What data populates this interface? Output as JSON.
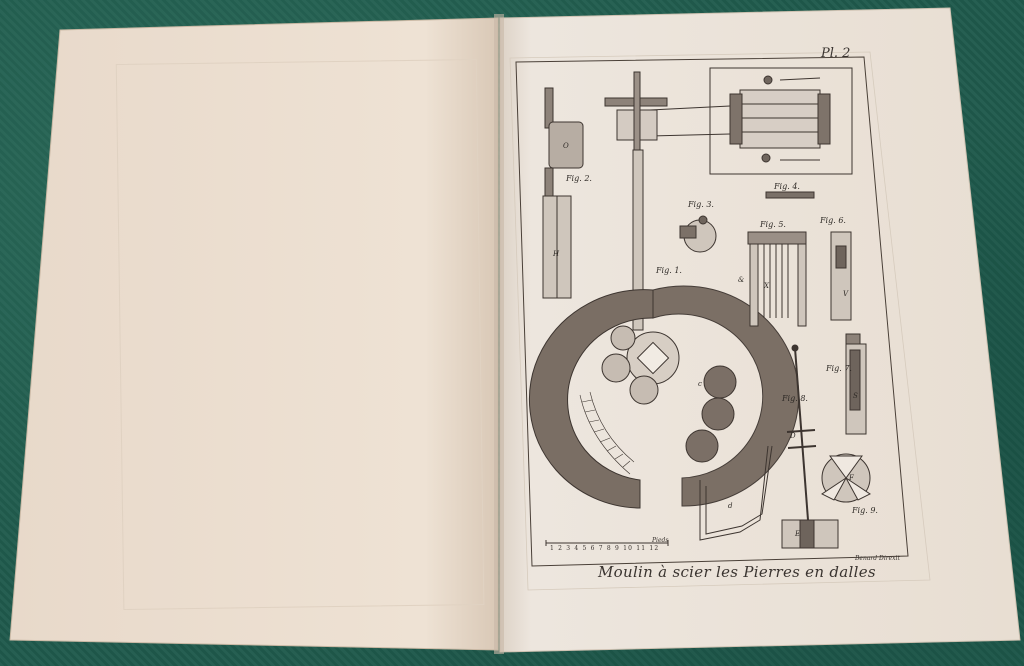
{
  "plate": {
    "number": "Pl. 2",
    "caption": "Moulin à scier les Pierres en dalles",
    "engraver": "Benard Direxit",
    "scale_unit": "Pieds",
    "scale_numbers": "1 2 3 4 5 6 7 8 9 10 11 12"
  },
  "figures": [
    {
      "id": "fig1",
      "label": "Fig. 1."
    },
    {
      "id": "fig2",
      "label": "Fig. 2."
    },
    {
      "id": "fig3",
      "label": "Fig. 3."
    },
    {
      "id": "fig4",
      "label": "Fig. 4."
    },
    {
      "id": "fig5",
      "label": "Fig. 5."
    },
    {
      "id": "fig6",
      "label": "Fig. 6."
    },
    {
      "id": "fig7",
      "label": "Fig. 7."
    },
    {
      "id": "fig8",
      "label": "Fig. 8."
    },
    {
      "id": "fig9",
      "label": "Fig. 9."
    }
  ],
  "letters": {
    "O": "O",
    "H": "H",
    "X": "X",
    "V": "V",
    "amp": "&",
    "c": "c",
    "d": "d",
    "D": "D",
    "E": "E",
    "F": "F",
    "S": "S"
  },
  "colors": {
    "background_cloth": "#1f5a4c",
    "paper": "#efe6dc",
    "ink": "#3a3430"
  }
}
